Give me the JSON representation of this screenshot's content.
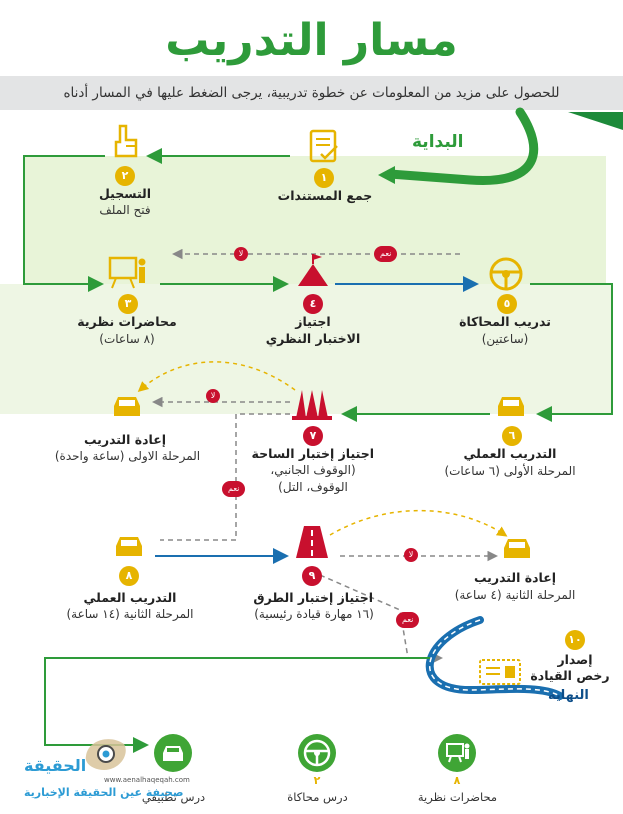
{
  "header": {
    "title": "مسار التدريب",
    "subtitle": "للحصول على مزيد من المعلومات عن خطوة تدريبية، يرجى الضغط عليها في المسار أدناه"
  },
  "flow": {
    "start_label": "البداية",
    "end_label": "النهاية",
    "yes": "نعم",
    "no": "لا"
  },
  "steps": {
    "s1": {
      "num": "١",
      "title": "جمع المستندات",
      "sub": ""
    },
    "s2": {
      "num": "٢",
      "title": "التسجيل",
      "sub": "فتح الملف"
    },
    "s3": {
      "num": "٣",
      "title": "محاضرات نظرية",
      "sub": "(٨ ساعات)"
    },
    "s4": {
      "num": "٤",
      "title": "اجتياز",
      "sub": "الاختبار النظري"
    },
    "s5": {
      "num": "٥",
      "title": "تدريب المحاكاة",
      "sub": "(ساعتين)"
    },
    "s6": {
      "num": "٦",
      "title": "التدريب العملي",
      "sub": "المرحلة الأولى (٦ ساعات)"
    },
    "s7": {
      "num": "٧",
      "title": "اجتياز إختبار الساحة",
      "sub": "(الوقوف الجانبي،",
      "sub2": "الوقوف، التل)"
    },
    "r1": {
      "title": "إعادة التدريب",
      "sub": "المرحلة الاولى (ساعة واحدة)"
    },
    "s8": {
      "num": "٨",
      "title": "التدريب العملي",
      "sub": "المرحلة الثانية (١٤ ساعة)"
    },
    "s9": {
      "num": "٩",
      "title": "اجتياز إختبار الطرق",
      "sub": "(١٦ مهارة قيادة رئيسية)"
    },
    "r2": {
      "title": "إعادة التدريب",
      "sub": "المرحلة الثانية (٤ ساعة)"
    },
    "s10": {
      "num": "١٠",
      "title": "إصدار",
      "sub": "رخص القيادة"
    }
  },
  "legend": {
    "a": {
      "num": "٨",
      "label": "محاضرات نظرية"
    },
    "b": {
      "num": "٢",
      "label": "درس محاكاة"
    },
    "c": {
      "num": "",
      "label": "درس تطبيقي"
    }
  },
  "watermark": {
    "name": "الحقيقة",
    "tagline": "صحيفة عين الحقيقة الإخبارية",
    "url": "www.aenalhaqeqah.com"
  },
  "colors": {
    "green": "#2e9b3a",
    "blue": "#1a6fb0",
    "gold": "#e6b400",
    "red": "#c8102e"
  }
}
